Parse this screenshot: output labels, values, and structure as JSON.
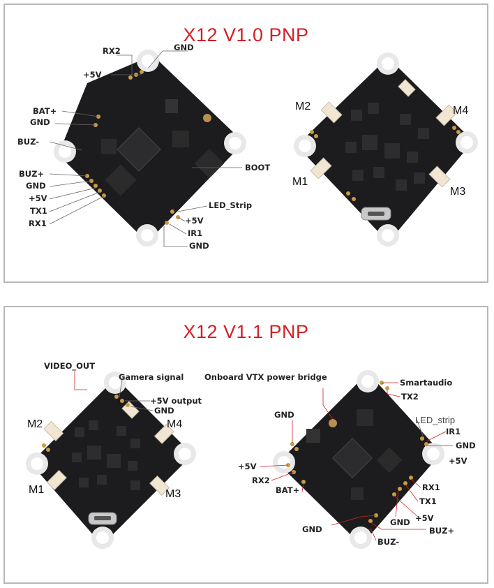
{
  "top": {
    "title": "X12 V1.0 PNP",
    "fc_labels": {
      "rx2": "RX2",
      "gnd_top": "GND",
      "plus5v_top": "+5V",
      "bat_plus": "BAT+",
      "gnd_bat": "GND",
      "buz_minus": "BUZ-",
      "buz_plus": "BUZ+",
      "gnd_left": "GND",
      "plus5v_left": "+5V",
      "tx1": "TX1",
      "rx1": "RX1",
      "boot": "BOOT",
      "led_strip": "LED_Strip",
      "plus5v_right": "+5V",
      "ir1": "IR1",
      "gnd_bottom": "GND"
    },
    "esc_labels": {
      "m1": "M1",
      "m2": "M2",
      "m3": "M3",
      "m4": "M4"
    }
  },
  "bottom": {
    "title": "X12 V1.1 PNP",
    "vtx_labels": {
      "video_out": "VIDEO_OUT",
      "camera_signal": "Gamera signal",
      "plus5v_output": "+5V output",
      "gnd": "GND",
      "m1": "M1",
      "m2": "M2",
      "m3": "M3",
      "m4": "M4"
    },
    "fc_labels": {
      "vtx_bridge": "Onboard VTX power bridge",
      "smartaudio": "Smartaudio",
      "tx2": "TX2",
      "led_strip": "LED_strip",
      "ir1": "IR1",
      "gnd_right": "GND",
      "plus5v_right": "+5V",
      "gnd_left": "GND",
      "plus5v_left": "+5V",
      "rx2": "RX2",
      "bat_plus": "BAT+",
      "rx1": "RX1",
      "tx1": "TX1",
      "gnd_mid": "GND",
      "plus5v_mid": "+5V",
      "gnd_bottom": "GND",
      "buz_plus": "BUZ+",
      "buz_minus": "BUZ-"
    }
  },
  "colors": {
    "title_red": "#d32026",
    "pcb": "#1c1c1e",
    "connector": "#f1e6d2",
    "pad": "#c89b45"
  }
}
